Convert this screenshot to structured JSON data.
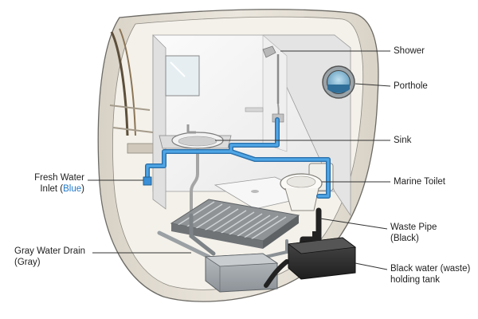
{
  "labels": {
    "shower": "Shower",
    "porthole": "Porthole",
    "sink": "Sink",
    "marine_toilet": "Marine Toilet",
    "waste_pipe_line1": "Waste Pipe",
    "waste_pipe_line2": "(Black)",
    "black_tank_line1": "Black water (waste)",
    "black_tank_line2": "holding tank",
    "fresh_water_line1": "Fresh Water",
    "fresh_water_line2_prefix": "Inlet (",
    "fresh_water_line2_blue": "Blue",
    "fresh_water_line2_suffix": ")",
    "gray_drain_line1": "Gray Water Drain",
    "gray_drain_line2": "(Gray)"
  },
  "colors": {
    "fresh_water_pipe": "#3a8fd6",
    "gray_water": "#9aa0a4",
    "black_water": "#2b2b2b",
    "hull": "#e9e4da",
    "leader_line": "#333333"
  }
}
